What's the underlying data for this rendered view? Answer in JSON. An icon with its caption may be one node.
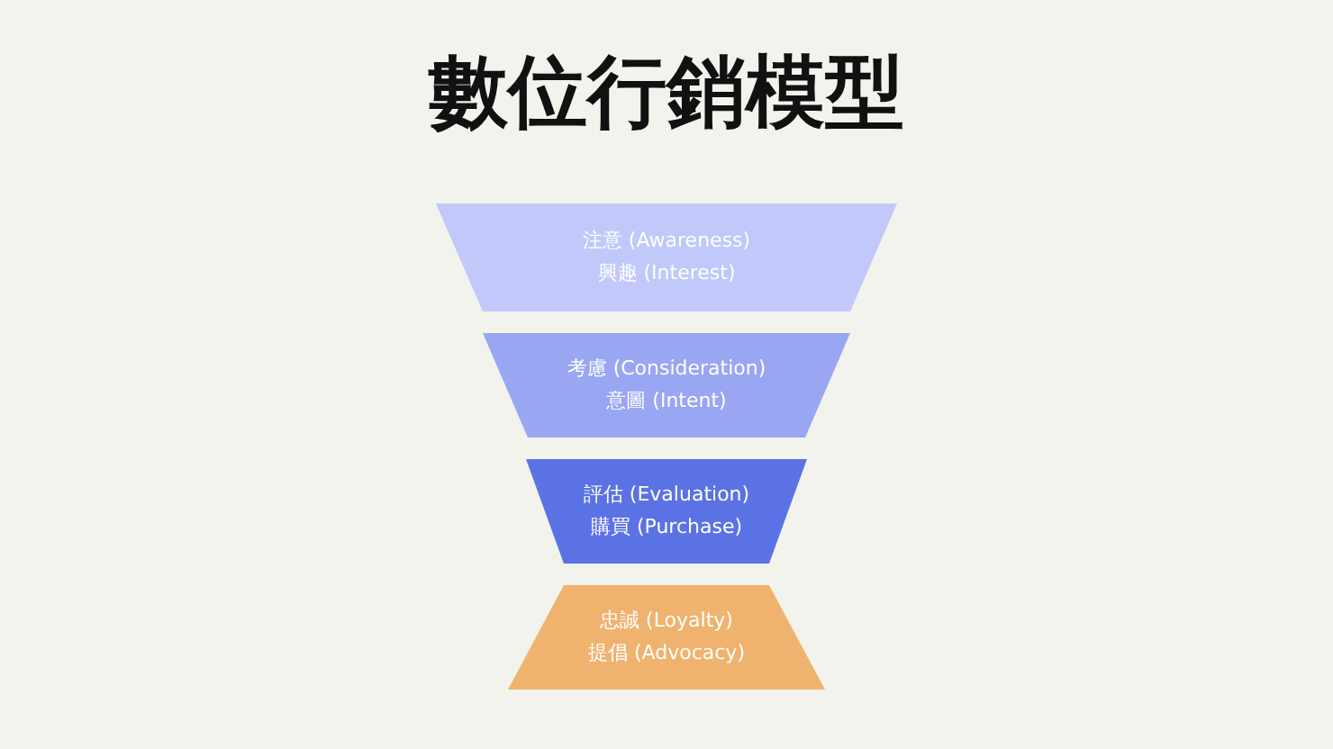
{
  "diagram": {
    "title": "數位行銷模型",
    "nodes": [
      {
        "text": [
          "注意 (Awareness)",
          "興趣 (Interest)"
        ]
      },
      {
        "text": [
          "考慮 (Consideration)",
          "意圖 (Intent)"
        ]
      },
      {
        "text": [
          "評估 (Evaluation)",
          "購買 (Purchase)"
        ]
      },
      {
        "text": [
          "忠誠 (Loyalty)",
          "提倡 (Advocacy)"
        ]
      }
    ]
  }
}
